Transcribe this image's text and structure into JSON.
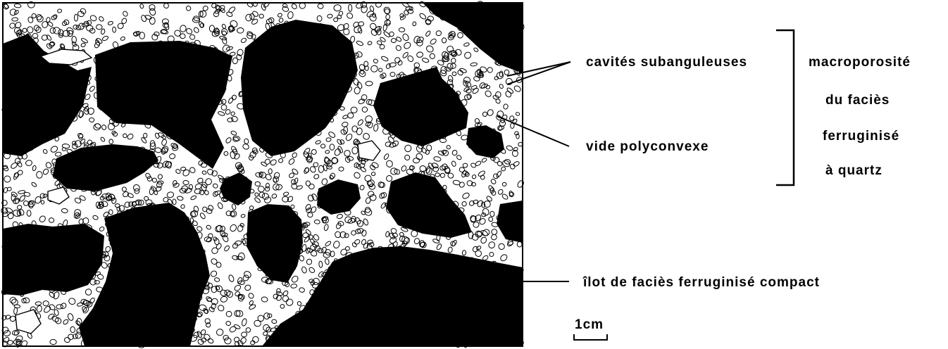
{
  "labels": {
    "cavites": "cavités subanguleuses",
    "vide": "vide polyconvexe",
    "ilot": "îlot de faciès ferruginisé compact",
    "bracket_lines": [
      "macroporosité",
      "du faciès",
      "ferruginisé",
      "à quartz"
    ],
    "scale": "1cm"
  },
  "colors": {
    "ink": "#000000",
    "paper": "#ffffff"
  }
}
